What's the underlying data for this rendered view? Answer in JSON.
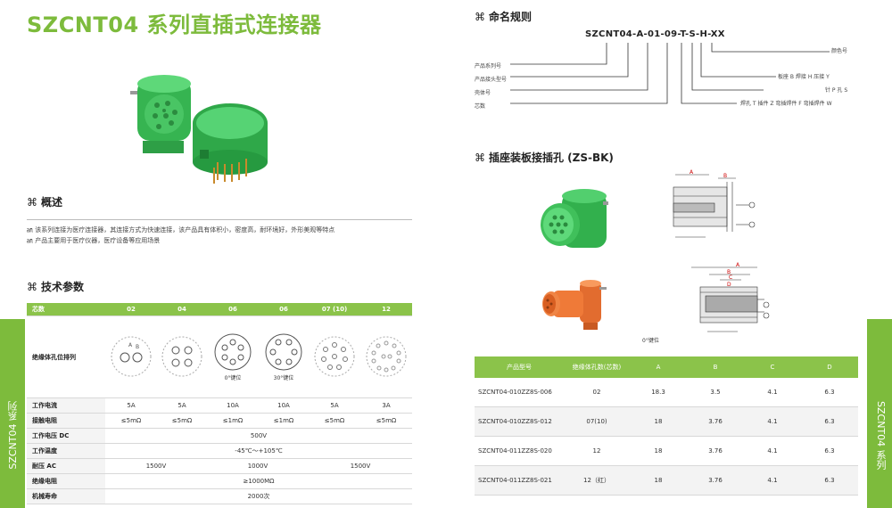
{
  "title": "SZCNT04 系列直插式连接器",
  "sections": {
    "overview": "概述",
    "specs": "技术参数",
    "naming": "命名规则",
    "panel": "插座装板接插孔 (ZS-BK)"
  },
  "section_mark": "⌘",
  "overview": {
    "line1": "㏂ 该系列连接为医疗连接器，其连接方式为快速连接，该产品具有体积小，密度高，耐环境好，外形美观等特点",
    "line2": "㏂ 产品主要用于医疗仪器，医疗设备等应用场景"
  },
  "side_tab": "SZCNT04 系列",
  "naming": {
    "code": "SZCNT04-A-01-09-T-S-H-XX",
    "left_labels": [
      "产品系列号",
      "产品接头型号",
      "壳体号",
      "芯数"
    ],
    "right_labels": [
      "颜色号",
      "板座 B  焊接 H  压接 Y",
      "针 P  孔 S",
      "焊孔 T  插件 Z  弯插焊件 F  弯插焊件 W"
    ]
  },
  "specs_table": {
    "header": [
      "芯数",
      "02",
      "04",
      "06",
      "06",
      "07 (10)",
      "12"
    ],
    "layout_label": "绝缘体孔位排列",
    "layout_notes": [
      "",
      "",
      "0°键位",
      "30°键位",
      "",
      ""
    ],
    "rows": [
      {
        "label": "工作电流",
        "cells": [
          "5A",
          "5A",
          "10A",
          "10A",
          "5A",
          "3A"
        ]
      },
      {
        "label": "接触电阻",
        "cells": [
          "≤5mΩ",
          "≤5mΩ",
          "≤1mΩ",
          "≤1mΩ",
          "≤5mΩ",
          "≤5mΩ"
        ]
      },
      {
        "label": "工作电压 DC",
        "merged": "500V"
      },
      {
        "label": "工作温度",
        "merged": "-45℃～+105℃"
      },
      {
        "label": "耐压 AC",
        "split": [
          "1500V",
          "1000V",
          "1500V"
        ]
      },
      {
        "label": "绝缘电阻",
        "merged": "≥1000MΩ"
      },
      {
        "label": "机械寿命",
        "merged": "2000次"
      }
    ]
  },
  "panel": {
    "key_label": "0°键位",
    "dim_labels": {
      "a": "A",
      "b": "B",
      "c": "C",
      "d": "D"
    }
  },
  "part_table": {
    "header": [
      "产品型号",
      "绝缘体孔数(芯数)",
      "A",
      "B",
      "C",
      "D"
    ],
    "rows": [
      [
        "SZCNT04-010ZZ8S-006",
        "02",
        "18.3",
        "3.5",
        "4.1",
        "6.3"
      ],
      [
        "SZCNT04-010ZZ8S-012",
        "07(10)",
        "18",
        "3.76",
        "4.1",
        "6.3"
      ],
      [
        "SZCNT04-011ZZ8S-020",
        "12",
        "18",
        "3.76",
        "4.1",
        "6.3"
      ],
      [
        "SZCNT04-011ZZ8S-021",
        "12（红）",
        "18",
        "3.76",
        "4.1",
        "6.3"
      ]
    ]
  },
  "colors": {
    "accent": "#7dbb3c",
    "connector": "#3fc45c",
    "orange": "#f07a3a"
  }
}
